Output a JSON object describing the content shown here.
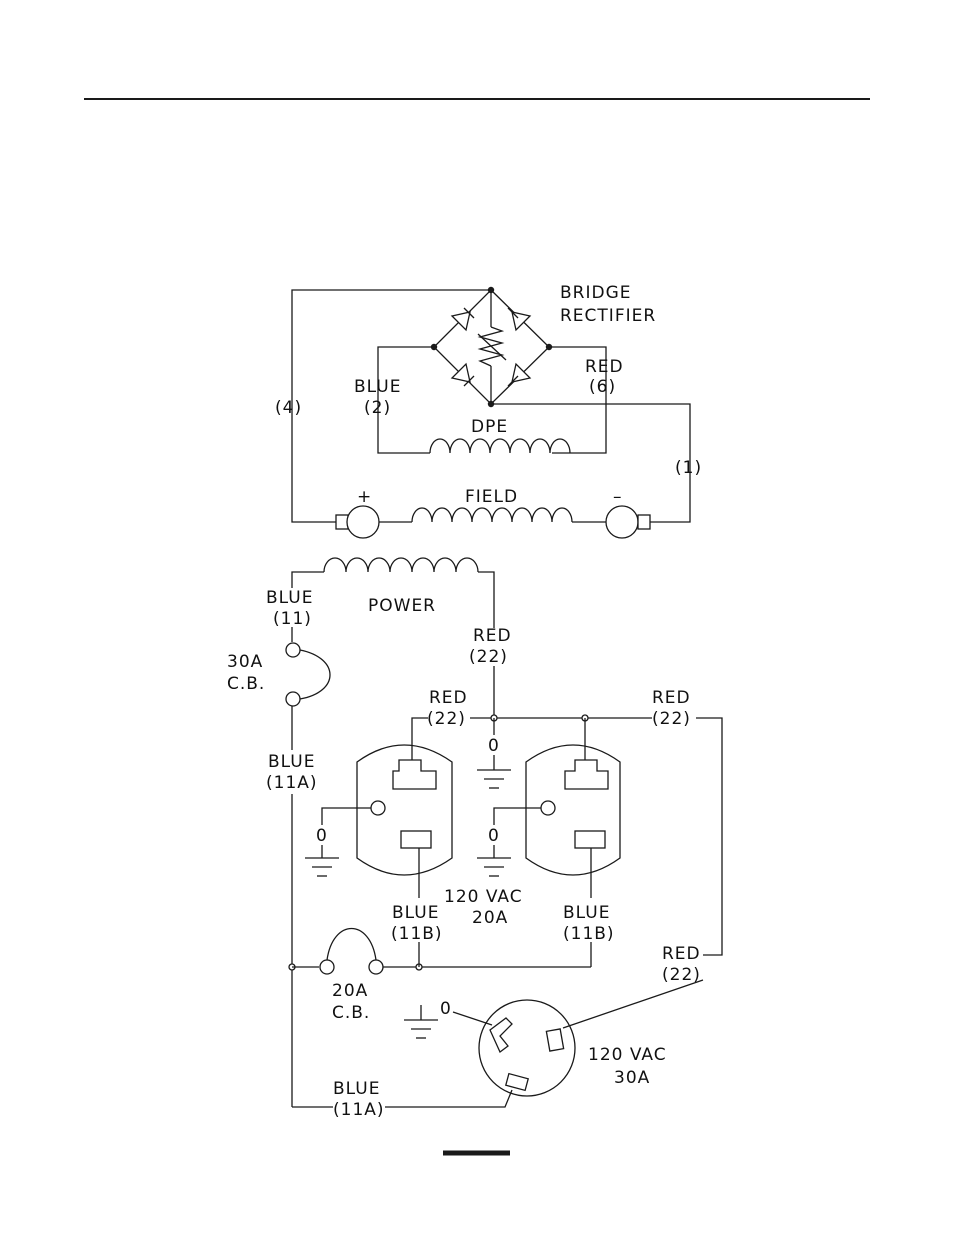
{
  "labels": {
    "bridge": "BRIDGE",
    "rectifier": "RECTIFIER",
    "red_6_color": "RED",
    "red_6_num": "(6)",
    "blue_2_color": "BLUE",
    "blue_2_num": "(2)",
    "wire_4": "(4)",
    "wire_1": "(1)",
    "dpe": "DPE",
    "field": "FIELD",
    "plus": "+",
    "minus": "–",
    "blue_11_color": "BLUE",
    "blue_11_num": "(11)",
    "power": "POWER",
    "red_22_top_color": "RED",
    "red_22_top_num": "(22)",
    "cb30_a": "30A",
    "cb30_b": "C.B.",
    "red_22_left_color": "RED",
    "red_22_left_num": "(22)",
    "red_22_right_color": "RED",
    "red_22_right_num": "(22)",
    "blue_11a_mid_color": "BLUE",
    "blue_11a_mid_num": "(11A)",
    "zero_center_upper": "0",
    "zero_left": "0",
    "zero_center_lower": "0",
    "vac120_20_line1": "120  VAC",
    "vac120_20_line2": "20A",
    "blue_11b_left_color": "BLUE",
    "blue_11b_left_num": "(11B)",
    "blue_11b_right_color": "BLUE",
    "blue_11b_right_num": "(11B)",
    "red_22_lower_color": "RED",
    "red_22_lower_num": "(22)",
    "cb20_a": "20A",
    "cb20_b": "C.B.",
    "zero_twist": "0",
    "vac120_30_line1": "120  VAC",
    "vac120_30_line2": "30A",
    "blue_11a_bottom_color": "BLUE",
    "blue_11a_bottom_num": "(11A)"
  }
}
